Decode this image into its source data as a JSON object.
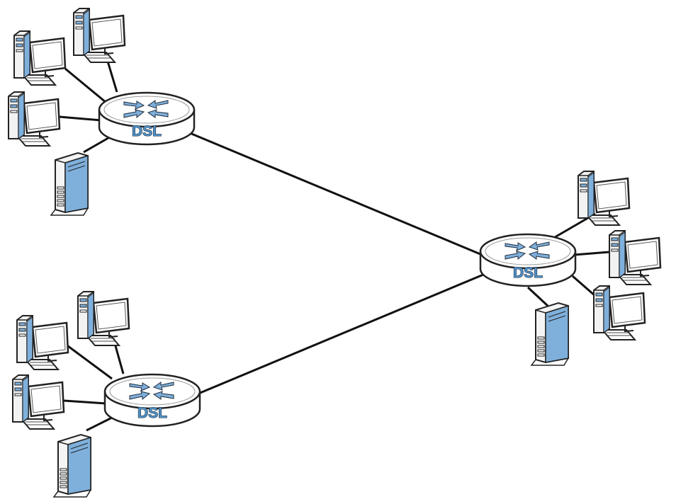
{
  "diagram": {
    "routers": [
      {
        "id": "router-a",
        "label": "DSL"
      },
      {
        "id": "router-b",
        "label": "DSL"
      },
      {
        "id": "router-c",
        "label": "DSL"
      }
    ],
    "router_links": [
      {
        "from": "router-a",
        "to": "router-b"
      },
      {
        "from": "router-c",
        "to": "router-b"
      }
    ],
    "lans": [
      {
        "router": "router-a",
        "icons": [
          "computer-icon",
          "computer-icon",
          "computer-icon",
          "server-icon"
        ]
      },
      {
        "router": "router-b",
        "icons": [
          "computer-icon",
          "computer-icon",
          "computer-icon",
          "server-icon"
        ]
      },
      {
        "router": "router-c",
        "icons": [
          "computer-icon",
          "computer-icon",
          "computer-icon",
          "server-icon"
        ]
      }
    ],
    "colors": {
      "line": "#111111",
      "device_outline": "#222222",
      "screen": "#ffffff",
      "tower": "#f4f4f4",
      "accent_blue": "#7fb0dc"
    }
  }
}
